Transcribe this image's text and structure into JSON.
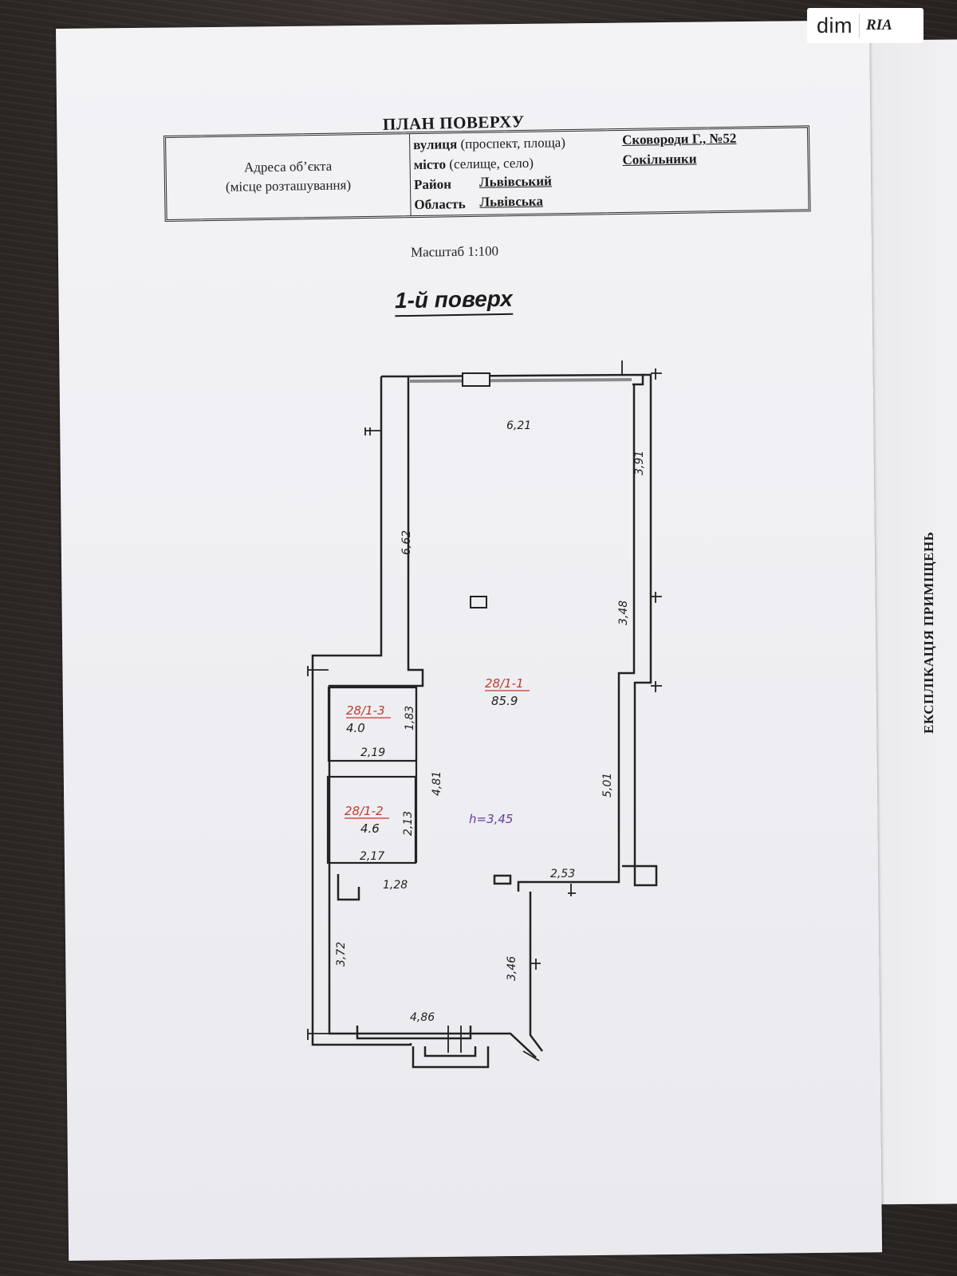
{
  "watermark": {
    "left": "dim",
    "right": "RIA"
  },
  "document": {
    "title": "ПЛАН ПОВЕРХУ",
    "address_label_line1": "Адреса об’єкта",
    "address_label_line2": "(місце розташування)",
    "rows": [
      {
        "label": "вулиця",
        "label_suffix": " (проспект, площа)",
        "value": "Сковороди Г., №52"
      },
      {
        "label": "місто",
        "label_suffix": " (селище, село)",
        "value": "Сокільники"
      },
      {
        "label": "Район",
        "label_suffix": "",
        "value": "Львівський"
      },
      {
        "label": "Область",
        "label_suffix": "",
        "value": "Львівська"
      }
    ],
    "scale": "Масштаб  1:100",
    "floor": "1-й поверх",
    "side_title": "ЕКСПЛІКАЦІЯ ПРИМІЩЕНЬ"
  },
  "plan": {
    "height": "h=3,45",
    "rooms": [
      {
        "code": "28/1-1",
        "area": "85.9"
      },
      {
        "code": "28/1-3",
        "area": "4.0"
      },
      {
        "code": "28/1-2",
        "area": "4.6"
      }
    ],
    "dimensions": {
      "top_width": "6,21",
      "right_upper": "3,91",
      "left_upper": "6,62",
      "right_mid": "3,48",
      "right_lower": "5,01",
      "middle_left": "4,81",
      "room3_height": "1,83",
      "room3_width": "2,19",
      "room2_height": "2,13",
      "room2_width": "2,17",
      "step_width": "1,28",
      "ledge_width": "2,53",
      "bottom_left_height": "3,72",
      "bottom_right_height": "3,46",
      "bottom_width": "4,86"
    }
  }
}
